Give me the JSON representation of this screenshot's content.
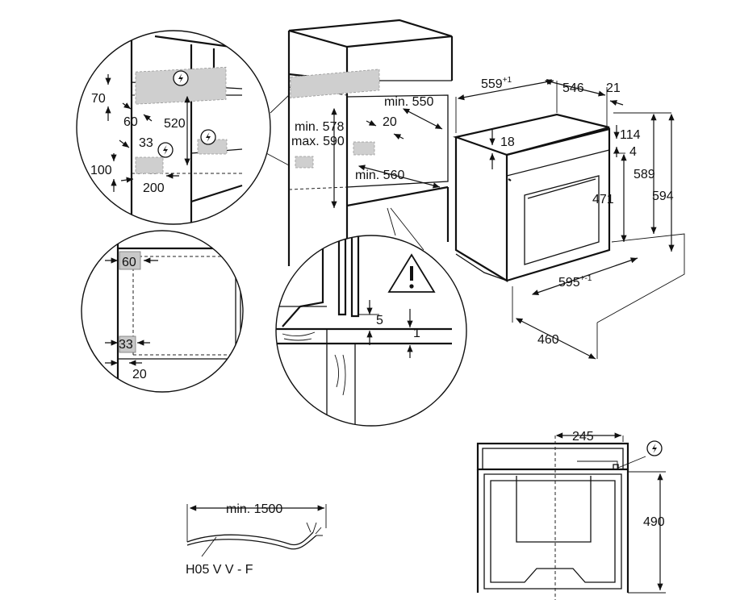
{
  "labels": {
    "d70": "70",
    "d60a": "60",
    "d520": "520",
    "d33a": "33",
    "d100": "100",
    "d200": "200",
    "min578": "min. 578",
    "max590": "max. 590",
    "min550": "min. 550",
    "d20a": "20",
    "min560": "min. 560",
    "d559": "559",
    "d559sup": "+1",
    "d546": "546",
    "d21": "21",
    "d18": "18",
    "d114": "114",
    "d4": "4",
    "d589": "589",
    "d594": "594",
    "d471": "471",
    "d595": "595",
    "d595sup": "+-1",
    "d460": "460",
    "d60b": "60",
    "d33b": "33",
    "d20b": "20",
    "d5": "5",
    "d1": "1",
    "d245": "245",
    "d490": "490",
    "cable_len": "min. 1500",
    "cable_type": "H05 V V - F"
  },
  "icons": {
    "electric": "lightning-in-circle-icon",
    "warning": "warning-triangle-icon"
  },
  "colors": {
    "line": "#111111",
    "marker_fill": "#c8c8c8",
    "background": "#ffffff"
  }
}
